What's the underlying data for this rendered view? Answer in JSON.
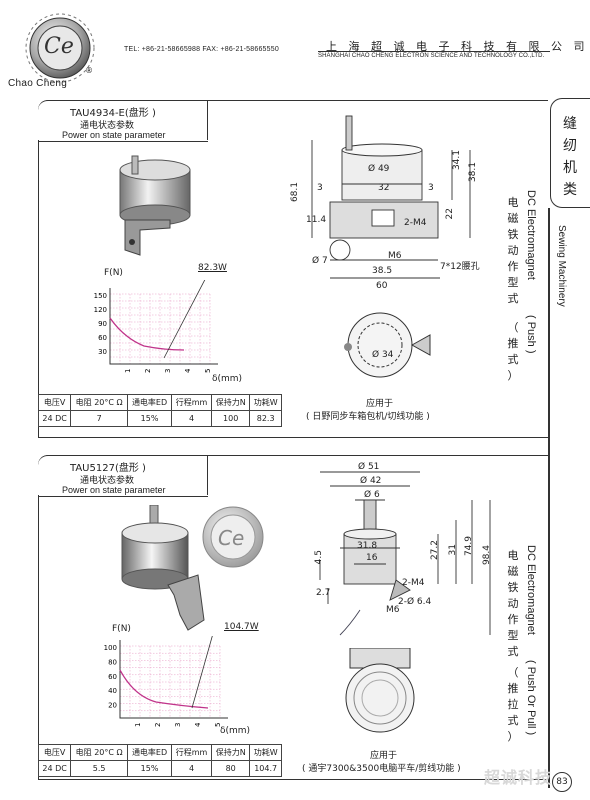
{
  "header": {
    "logo_text": "Chao Cheng",
    "logo_mark": "Ce",
    "registered": "®",
    "contact": "TEL: +86-21-58665988  FAX: +86-21-58665550",
    "company_cn": "上 海 超 诚 电 子 科 技 有 限 公 司",
    "company_en": "SHANGHAI CHAO CHENG ELECTRON SCIENCE AND TECHNOLOGY CO.,LTD."
  },
  "side": {
    "cn": [
      "缝",
      "纫",
      "机",
      "类"
    ],
    "en": "Sewing Machinery"
  },
  "product1": {
    "model": "TAU4934-E(盘形 )",
    "state_cn": "通电状态参数",
    "state_en": "Power on state parameter",
    "power_label": "82.3W",
    "type_en": "DC Electromagnet",
    "type_cn": [
      "电",
      "磁",
      "铁",
      "动",
      "作",
      "型",
      "式"
    ],
    "action_en": "( Push )",
    "action_cn": [
      "（",
      "推",
      "式",
      "）"
    ],
    "usage_label": "应用于",
    "usage": "( 日野同步车箱包机/切线功能 )",
    "dims": {
      "d49": "Ø 49",
      "d32": "32",
      "d3a": "3",
      "d3b": "3",
      "d68": "68.1",
      "d34": "34.1",
      "d38": "38.1",
      "d114": "11.4",
      "d22": "22",
      "m4": "2-M4",
      "d7": "Ø 7",
      "m6": "M6",
      "d385": "38.5",
      "d60": "60",
      "slot": "7*12腰孔",
      "d34c": "Ø 34"
    },
    "chart": {
      "ylabel": "F(N)",
      "xlabel": "δ(mm)",
      "yticks": [
        "150",
        "120",
        "90",
        "60",
        "30"
      ],
      "xticks": [
        "1",
        "2",
        "3",
        "4",
        "5"
      ]
    },
    "table": {
      "headers": [
        "电压V",
        "电阻 20°C Ω",
        "通电率ED",
        "行程mm",
        "保持力N",
        "功耗W"
      ],
      "row": [
        "24 DC",
        "7",
        "15%",
        "4",
        "100",
        "82.3"
      ]
    }
  },
  "product2": {
    "model": "TAU5127(盘形 )",
    "state_cn": "通电状态参数",
    "state_en": "Power on state parameter",
    "power_label": "104.7W",
    "type_en": "DC Electromagnet",
    "type_cn": [
      "电",
      "磁",
      "铁",
      "动",
      "作",
      "型",
      "式"
    ],
    "action_en": "( Push Or Pull )",
    "action_cn": [
      "（",
      "推",
      "拉",
      "式",
      "）"
    ],
    "usage_label": "应用于",
    "usage": "( 通宇7300&3500电脑平车/剪线功能 )",
    "dims": {
      "d51": "Ø 51",
      "d42": "Ø 42",
      "d6": "Ø 6",
      "d318": "31.8",
      "d16": "16",
      "d45": "4.5",
      "d27": "2.7",
      "m4": "2-M4",
      "d64": "2-Ø 6.4",
      "m6": "M6",
      "d272": "27.2",
      "d31": "31",
      "d749": "74.9",
      "d984": "98.4"
    },
    "chart": {
      "ylabel": "F(N)",
      "xlabel": "δ(mm)",
      "yticks": [
        "100",
        "80",
        "60",
        "40",
        "20"
      ],
      "xticks": [
        "1",
        "2",
        "3",
        "4",
        "5"
      ]
    },
    "table": {
      "headers": [
        "电压V",
        "电阻 20°C Ω",
        "通电率ED",
        "行程mm",
        "保持力N",
        "功耗W"
      ],
      "row": [
        "24 DC",
        "5.5",
        "15%",
        "4",
        "80",
        "104.7"
      ]
    }
  },
  "footer": {
    "brand": "超诚科技",
    "page": "83"
  },
  "colors": {
    "grid": "#e79ac4",
    "curve": "#c0338a",
    "line": "#333333"
  }
}
